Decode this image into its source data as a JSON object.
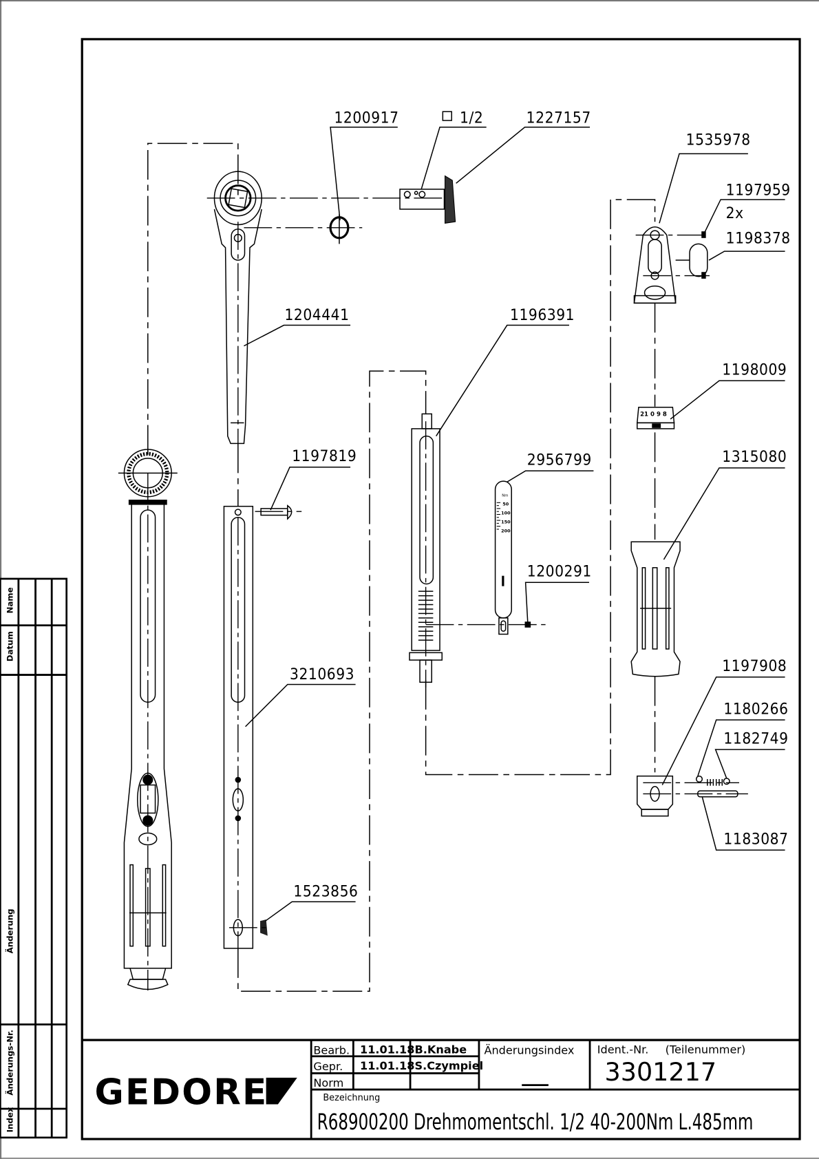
{
  "title_block": {
    "logo": "GEDORE",
    "rows": [
      {
        "role": "Bearb.",
        "date": "11.01.18",
        "name": "B.Knabe"
      },
      {
        "role": "Gepr.",
        "date": "11.01.18",
        "name": "S.Czympiel"
      },
      {
        "role": "Norm",
        "date": "",
        "name": ""
      }
    ],
    "change_index_label": "Änderungsindex",
    "change_index_value": "__",
    "ident_label": "Ident.-Nr.",
    "ident_sublabel": "(Teilenummer)",
    "ident_number": "3301217",
    "designation_label": "Bezeichnung",
    "designation": "R68900200 Drehmomentschl. 1/2 40-200Nm L.485mm"
  },
  "revision_block": {
    "headers": [
      "Name",
      "Datum",
      "Änderung",
      "Änderungs-Nr.",
      "Index"
    ]
  },
  "callouts": [
    {
      "id": "1200917"
    },
    {
      "id": "1/2",
      "prefix": "square-drive-icon"
    },
    {
      "id": "1227157"
    },
    {
      "id": "1535978"
    },
    {
      "id": "1197959",
      "qty": "2x"
    },
    {
      "id": "1198378"
    },
    {
      "id": "1204441"
    },
    {
      "id": "1196391"
    },
    {
      "id": "1198009"
    },
    {
      "id": "1197819"
    },
    {
      "id": "2956799"
    },
    {
      "id": "1315080"
    },
    {
      "id": "1200291"
    },
    {
      "id": "3210693"
    },
    {
      "id": "1197908"
    },
    {
      "id": "1180266"
    },
    {
      "id": "1182749"
    },
    {
      "id": "1183087"
    },
    {
      "id": "1523856"
    }
  ],
  "scale_label": {
    "unit": "Nm",
    "ticks": [
      "50",
      "100",
      "150",
      "200"
    ]
  },
  "dial_marks": "21 0 9 8"
}
